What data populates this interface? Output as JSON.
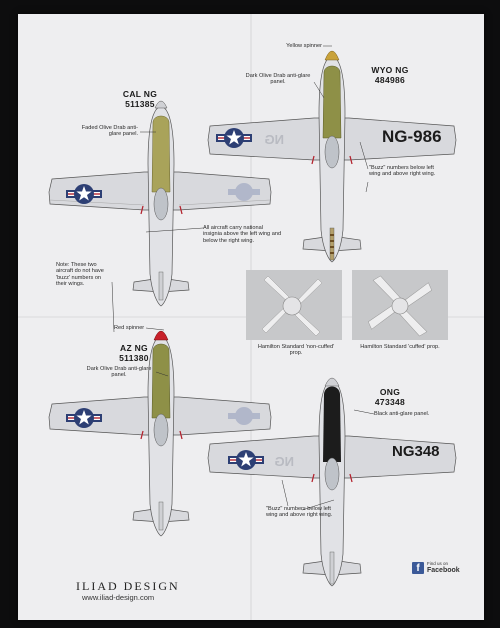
{
  "aircraft": [
    {
      "id": "cal",
      "code": "CAL NG",
      "serial": "511385",
      "panel_note": "Faded Olive Drab anti-glare panel."
    },
    {
      "id": "wyo",
      "code": "WYO NG",
      "serial": "484986",
      "spinner_note": "Yellow spinner",
      "panel_note": "Dark Olive Drab anti-glare panel.",
      "buzz": "NG-986",
      "buzz_note": "\"Buzz\" numbers below left wing and above right wing."
    },
    {
      "id": "az",
      "code": "AZ NG",
      "serial": "511380",
      "spinner_note": "Red spinner",
      "panel_note": "Dark Olive Drab anti-glare panel."
    },
    {
      "id": "ong",
      "code": "ONG",
      "serial": "473348",
      "panel_note": "Black anti-glare panel.",
      "buzz": "NG348",
      "buzz_note": "\"Buzz\" numbers below left wing and above right wing."
    }
  ],
  "notes": {
    "insignia": "All aircraft carry national insignia above the left wing and below the right wing.",
    "buzz_absent": "Note: These two aircraft do not have 'buzz' numbers on their wings."
  },
  "props": [
    {
      "id": "non-cuffed",
      "caption": "Hamilton Standard 'non-cuffed' prop."
    },
    {
      "id": "cuffed",
      "caption": "Hamilton Standard 'cuffed' prop."
    }
  ],
  "brand": {
    "name": "ILIAD DESIGN",
    "url": "www.iliad-design.com"
  },
  "social": {
    "line1": "Find us on",
    "line2": "Facebook"
  },
  "colors": {
    "faded_olive": "#a9a35a",
    "dark_olive": "#8e9047",
    "yellow_spinner": "#c9a23a",
    "red_spinner": "#c8202a",
    "black_panel": "#1c1c1c",
    "insignia_blue": "#2d3f74",
    "insignia_red": "#b42530",
    "aluminium": "#d7d8dc"
  }
}
